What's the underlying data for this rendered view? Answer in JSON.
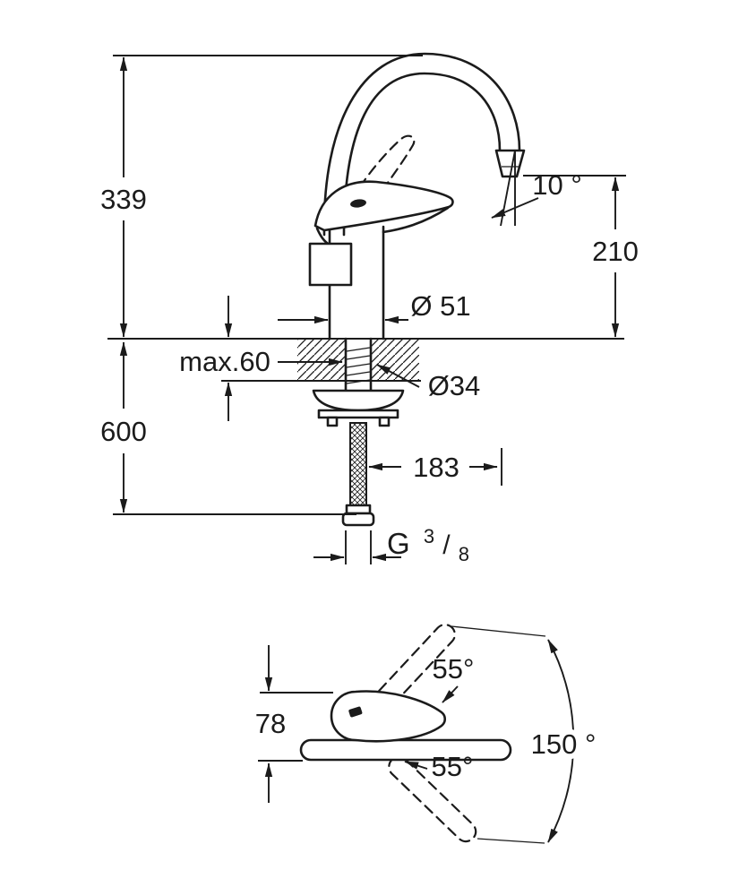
{
  "drawing": {
    "type": "faucet-technical-dimension-drawing",
    "colors": {
      "line": "#1b1b1b",
      "background": "#ffffff"
    },
    "labels": {
      "h339": "339",
      "h600": "600",
      "h210": "210",
      "angle10": "10 °",
      "d51": "Ø 51",
      "max60": "max.60",
      "d34": "Ø34",
      "w183": "183",
      "thread_g": "G",
      "thread_sup": "3",
      "thread_slash": "/",
      "thread_sub": "8",
      "angle55_top": "55°",
      "angle55_bottom": "55°",
      "w78": "78",
      "angle150": "150 °"
    }
  }
}
